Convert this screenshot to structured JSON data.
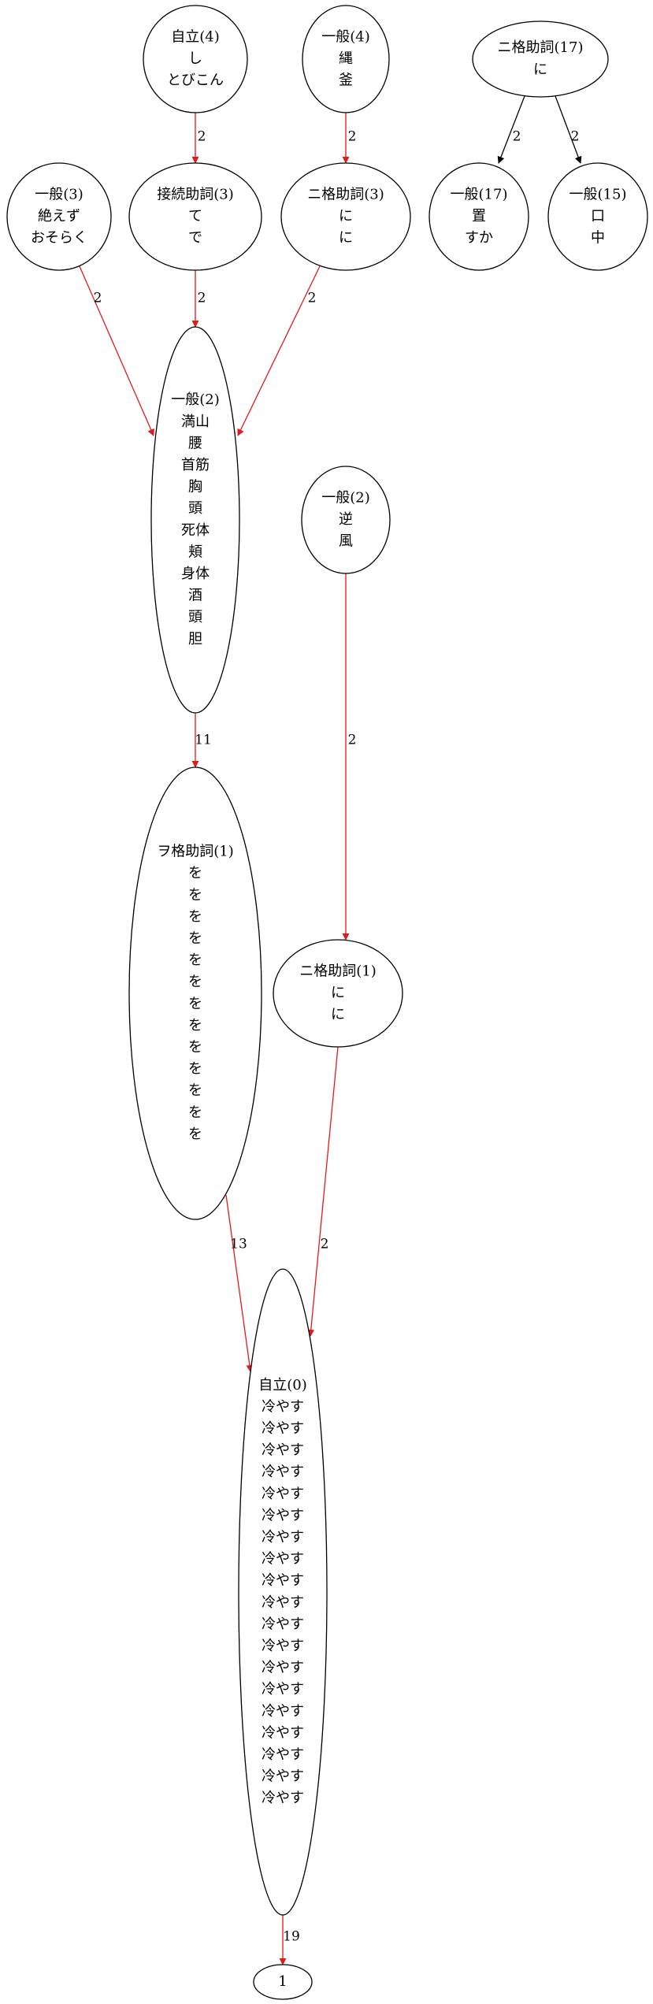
{
  "colors": {
    "red": "#e31a1c",
    "black": "#000000",
    "node_border": "#000000",
    "background": "#ffffff"
  },
  "nodes": [
    {
      "id": "n_jiritsu4",
      "lines": [
        "自立(4)",
        "し",
        "とびこん"
      ]
    },
    {
      "id": "n_ippan4",
      "lines": [
        "一般(4)",
        "縄",
        "釜"
      ]
    },
    {
      "id": "n_ni17",
      "lines": [
        "ニ格助詞(17)",
        "に"
      ]
    },
    {
      "id": "n_ippan3",
      "lines": [
        "一般(3)",
        "絶えず",
        "おそらく"
      ]
    },
    {
      "id": "n_setsuzoku3",
      "lines": [
        "接続助詞(3)",
        "て",
        "で"
      ]
    },
    {
      "id": "n_ni3",
      "lines": [
        "ニ格助詞(3)",
        "に",
        "に"
      ]
    },
    {
      "id": "n_ippan17",
      "lines": [
        "一般(17)",
        "置",
        "すか"
      ]
    },
    {
      "id": "n_ippan15",
      "lines": [
        "一般(15)",
        "口",
        "中"
      ]
    },
    {
      "id": "n_ippan2a",
      "lines": [
        "一般(2)",
        "満山",
        "腰",
        "首筋",
        "胸",
        "頭",
        "死体",
        "頬",
        "身体",
        "酒",
        "頭",
        "胆"
      ]
    },
    {
      "id": "n_ippan2b",
      "lines": [
        "一般(2)",
        "逆",
        "風"
      ]
    },
    {
      "id": "n_wo1",
      "lines": [
        "ヲ格助詞(1)",
        "を",
        "を",
        "を",
        "を",
        "を",
        "を",
        "を",
        "を",
        "を",
        "を",
        "を",
        "を",
        "を"
      ]
    },
    {
      "id": "n_ni1",
      "lines": [
        "ニ格助詞(1)",
        "に",
        "に"
      ]
    },
    {
      "id": "n_jiritsu0",
      "lines": [
        "自立(0)",
        "冷やす",
        "冷やす",
        "冷やす",
        "冷やす",
        "冷やす",
        "冷やす",
        "冷やす",
        "冷やす",
        "冷やす",
        "冷やす",
        "冷やす",
        "冷やす",
        "冷やす",
        "冷やす",
        "冷やす",
        "冷やす",
        "冷やす",
        "冷やす",
        "冷やす"
      ]
    },
    {
      "id": "n_root",
      "lines": [
        "1"
      ]
    }
  ],
  "edges": [
    {
      "id": "e1",
      "from": "n_jiritsu4",
      "to": "n_setsuzoku3",
      "label": "2",
      "color": "red"
    },
    {
      "id": "e2",
      "from": "n_ippan4",
      "to": "n_ni3",
      "label": "2",
      "color": "red"
    },
    {
      "id": "e3",
      "from": "n_ni17",
      "to": "n_ippan17",
      "label": "2",
      "color": "black"
    },
    {
      "id": "e4",
      "from": "n_ni17",
      "to": "n_ippan15",
      "label": "2",
      "color": "black"
    },
    {
      "id": "e5",
      "from": "n_ippan3",
      "to": "n_ippan2a",
      "label": "2",
      "color": "red"
    },
    {
      "id": "e6",
      "from": "n_setsuzoku3",
      "to": "n_ippan2a",
      "label": "2",
      "color": "red"
    },
    {
      "id": "e7",
      "from": "n_ni3",
      "to": "n_ippan2a",
      "label": "2",
      "color": "red"
    },
    {
      "id": "e8",
      "from": "n_ippan2a",
      "to": "n_wo1",
      "label": "11",
      "color": "red"
    },
    {
      "id": "e9",
      "from": "n_ippan2b",
      "to": "n_ni1",
      "label": "2",
      "color": "red"
    },
    {
      "id": "e10",
      "from": "n_wo1",
      "to": "n_jiritsu0",
      "label": "13",
      "color": "red"
    },
    {
      "id": "e11",
      "from": "n_ni1",
      "to": "n_jiritsu0",
      "label": "2",
      "color": "red"
    },
    {
      "id": "e12",
      "from": "n_jiritsu0",
      "to": "n_root",
      "label": "19",
      "color": "red"
    }
  ]
}
